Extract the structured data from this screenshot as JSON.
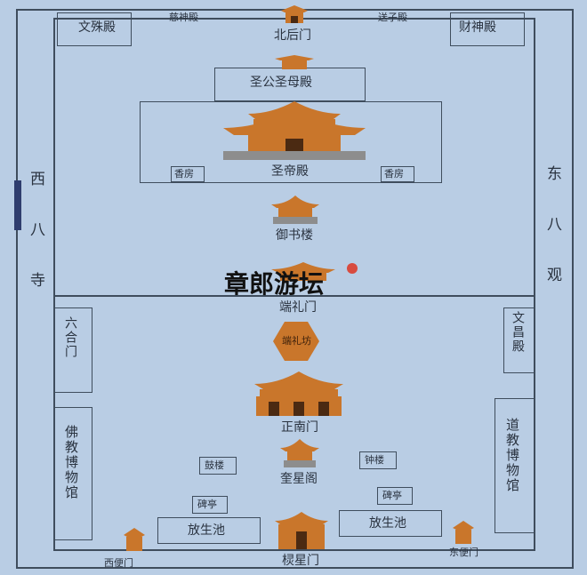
{
  "map": {
    "west_label": "西八寺",
    "east_label": "东八观",
    "gates": {
      "north": "北后门",
      "south_main": "棂星门",
      "south_inner": "正南门",
      "middle": "端礼门",
      "east_small": "东便门",
      "west_small": "西便门"
    },
    "buildings": {
      "wenshu": "文殊殿",
      "caishen": "财神殿",
      "shengmu": "圣公圣母殿",
      "shengdi": "圣帝殿",
      "yushu": "御书楼",
      "kuixing": "奎星阁",
      "gulou": "鼓楼",
      "zhonglou": "钟楼",
      "wenchang": "文昌殿",
      "liuqing": "六合门",
      "fo_museum": "佛教博物馆",
      "dao_museum": "道教博物馆",
      "pavilion_left": "碑亭",
      "pavilion_right": "碑亭",
      "pond_left": "放生池",
      "pond_right": "放生池",
      "xiangfang_left": "香房",
      "xiangfang_right": "香房",
      "top_left_small": "慈神殿",
      "top_right_small": "送子殿"
    },
    "center_seal": "端礼坊",
    "watermark": "章郎游坛"
  }
}
